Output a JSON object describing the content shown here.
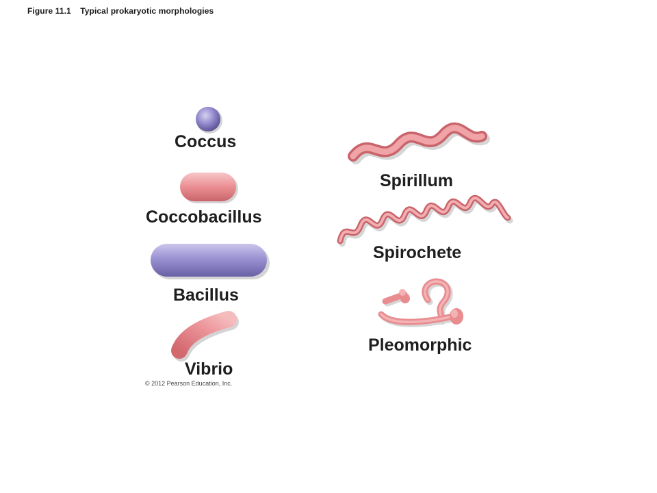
{
  "figure": {
    "number": "Figure 11.1",
    "caption": "Typical prokaryotic morphologies"
  },
  "morphologies": {
    "coccus": "Coccus",
    "coccobacillus": "Coccobacillus",
    "bacillus": "Bacillus",
    "vibrio": "Vibrio",
    "spirillum": "Spirillum",
    "spirochete": "Spirochete",
    "pleomorphic": "Pleomorphic"
  },
  "copyright": "© 2012 Pearson Education, Inc.",
  "colors": {
    "purple_cell": "#8f86c9",
    "pink_cell": "#e98a8e",
    "pink_outline": "#c9646b",
    "shadow": "#cfcfcf"
  }
}
